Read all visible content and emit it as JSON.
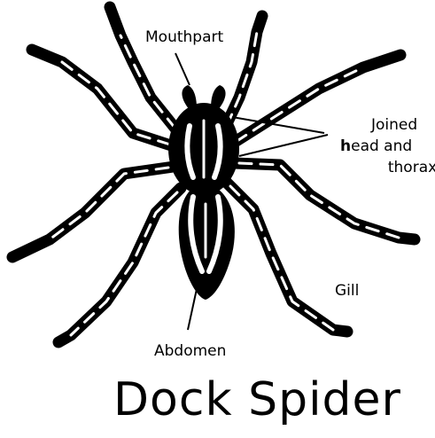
{
  "title": "Dock Spider",
  "labels": {
    "mouthpart": "Mouthpart",
    "head_thorax_line1": "Joined",
    "head_thorax_line2_bold": "h",
    "head_thorax_line2_rest": "ead and",
    "head_thorax_line3": "thorax",
    "gill": "Gill",
    "abdomen": "Abdomen"
  },
  "colors": {
    "ink": "#000000",
    "background": "#ffffff"
  }
}
